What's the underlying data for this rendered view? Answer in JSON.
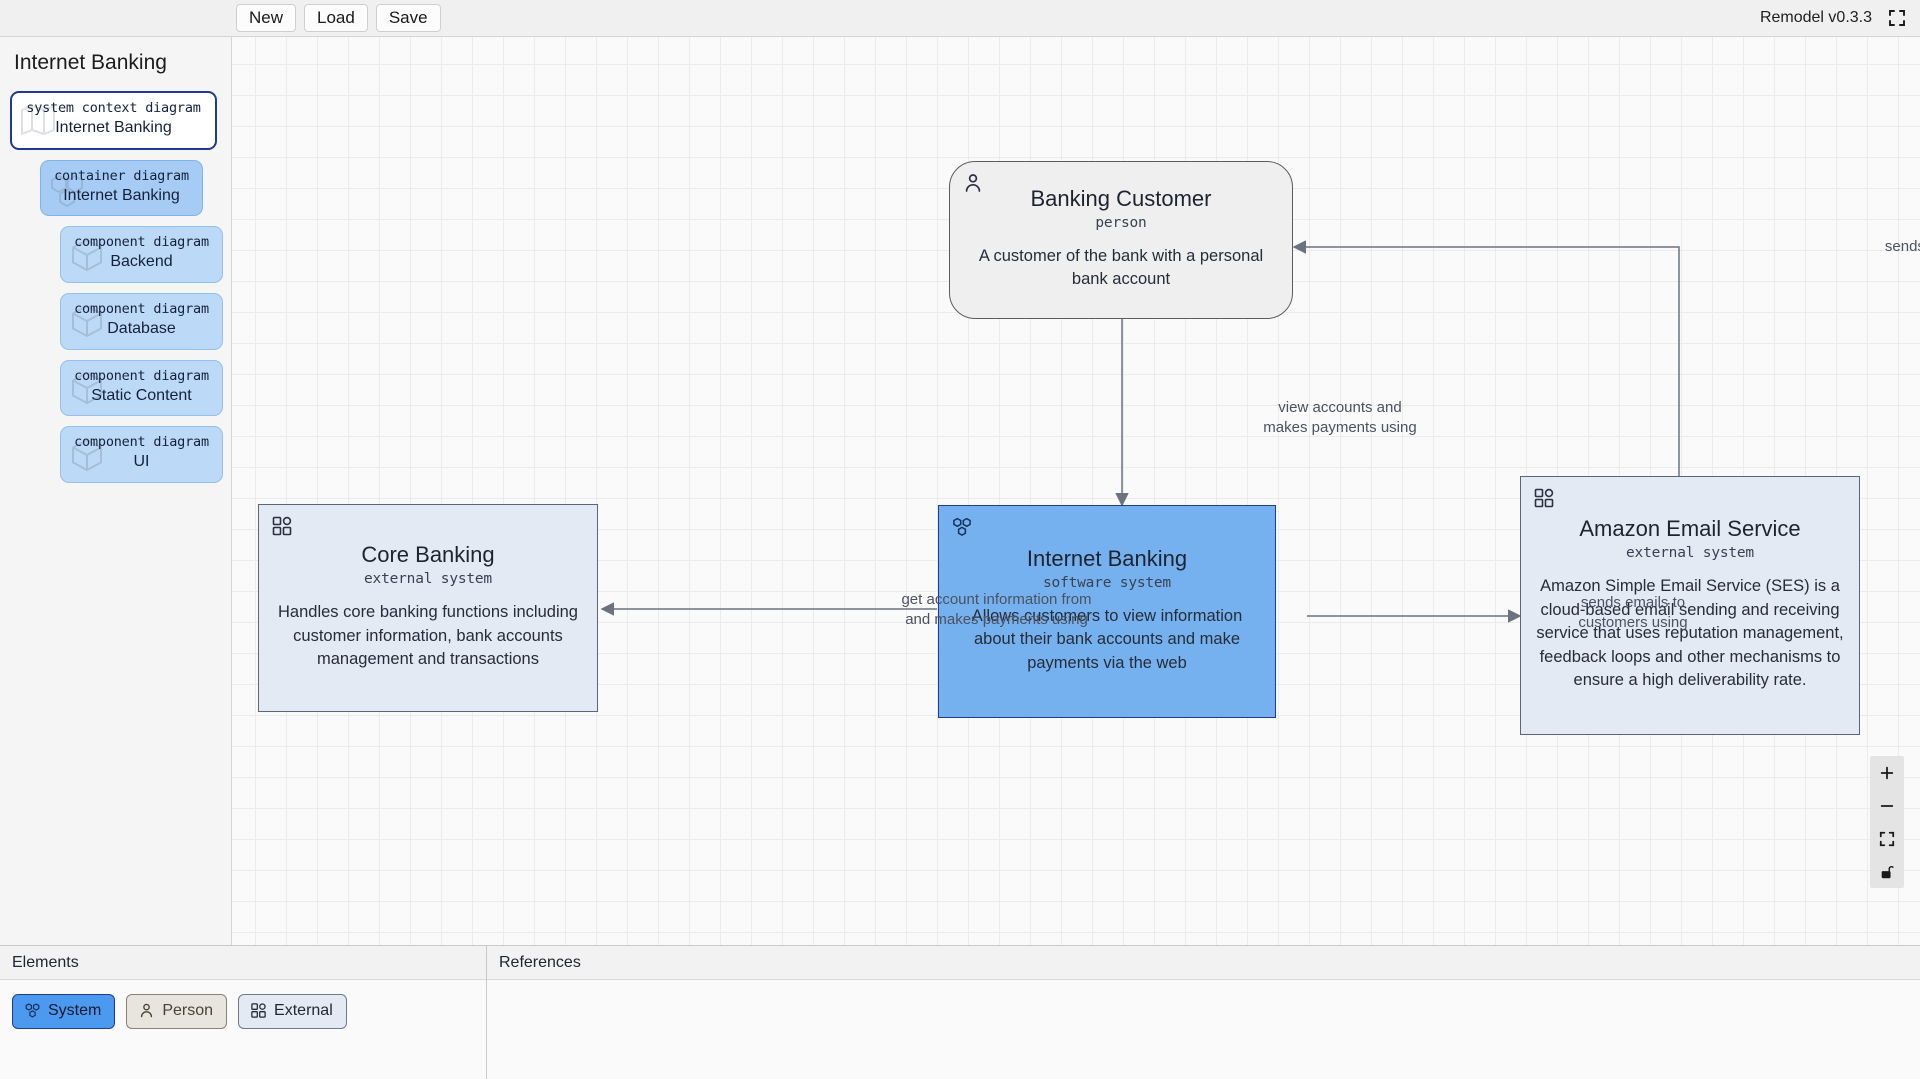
{
  "app": {
    "title": "Remodel v0.3.3",
    "fullscreen_icon": "fullscreen-icon"
  },
  "toolbar": {
    "new_label": "New",
    "load_label": "Load",
    "save_label": "Save"
  },
  "sidebar": {
    "title": "Internet Banking",
    "items": [
      {
        "kind": "system context diagram",
        "name": "Internet Banking",
        "icon": "map-icon",
        "state": "selected",
        "depth": 0
      },
      {
        "kind": "container diagram",
        "name": "Internet Banking",
        "icon": "containers-icon",
        "state": "active",
        "depth": 1
      },
      {
        "kind": "component diagram",
        "name": "Backend",
        "icon": "cube-icon",
        "state": "normal",
        "depth": 2
      },
      {
        "kind": "component diagram",
        "name": "Database",
        "icon": "cube-icon",
        "state": "normal",
        "depth": 2
      },
      {
        "kind": "component diagram",
        "name": "Static Content",
        "icon": "cube-icon",
        "state": "normal",
        "depth": 2
      },
      {
        "kind": "component diagram",
        "name": "UI",
        "icon": "cube-icon",
        "state": "normal",
        "depth": 2
      }
    ]
  },
  "canvas": {
    "nodes": [
      {
        "id": "banking-customer",
        "title": "Banking Customer",
        "kind": "person",
        "description": "A customer of the bank with a personal bank account",
        "icon": "person-icon",
        "style": "person"
      },
      {
        "id": "core-banking",
        "title": "Core Banking",
        "kind": "external system",
        "description": "Handles core banking functions including customer information, bank accounts management and transactions",
        "icon": "external-system-icon",
        "style": "external"
      },
      {
        "id": "internet-banking",
        "title": "Internet Banking",
        "kind": "software system",
        "description": "Allows customers to view information about their bank accounts and make payments via the web",
        "icon": "system-icon",
        "style": "system-selected"
      },
      {
        "id": "amazon-email-service",
        "title": "Amazon Email Service",
        "kind": "external system",
        "description": "Amazon Simple Email Service (SES) is a cloud-based email sending and receiving service that uses reputation management, feedback loops and other mechanisms to ensure a high deliverability rate.",
        "icon": "external-system-icon",
        "style": "external"
      }
    ],
    "edges": [
      {
        "id": "edge-ses-to-customer",
        "label": "sends emails to",
        "from": "amazon-email-service",
        "to": "banking-customer"
      },
      {
        "id": "edge-customer-to-ib",
        "label": "view accounts and\nmakes payments using",
        "from": "banking-customer",
        "to": "internet-banking"
      },
      {
        "id": "edge-ib-to-core",
        "label": "get account information from\nand makes payments using",
        "from": "internet-banking",
        "to": "core-banking"
      },
      {
        "id": "edge-ib-to-ses",
        "label": "sends emails to\ncustomers using",
        "from": "internet-banking",
        "to": "amazon-email-service"
      }
    ],
    "zoom_controls": [
      {
        "name": "zoom-in-button",
        "icon": "plus-icon"
      },
      {
        "name": "zoom-out-button",
        "icon": "minus-icon"
      },
      {
        "name": "fit-view-button",
        "icon": "fit-view-icon"
      },
      {
        "name": "lock-toggle-button",
        "icon": "unlocked-padlock-icon"
      }
    ]
  },
  "bottom": {
    "elements_panel": {
      "title": "Elements",
      "buttons": [
        {
          "label": "System",
          "icon": "system-icon",
          "state": "active"
        },
        {
          "label": "Person",
          "icon": "person-icon",
          "state": "normal"
        },
        {
          "label": "External",
          "icon": "external-system-icon",
          "state": "normal"
        }
      ]
    },
    "references_panel": {
      "title": "References"
    }
  },
  "colors": {
    "accent": "#4c9aef",
    "accent_border": "#1f3a93",
    "external_fill": "#e4eaf4",
    "person_fill": "#efefef",
    "canvas_bg": "#fafafa",
    "grid_line": "#ececec"
  }
}
